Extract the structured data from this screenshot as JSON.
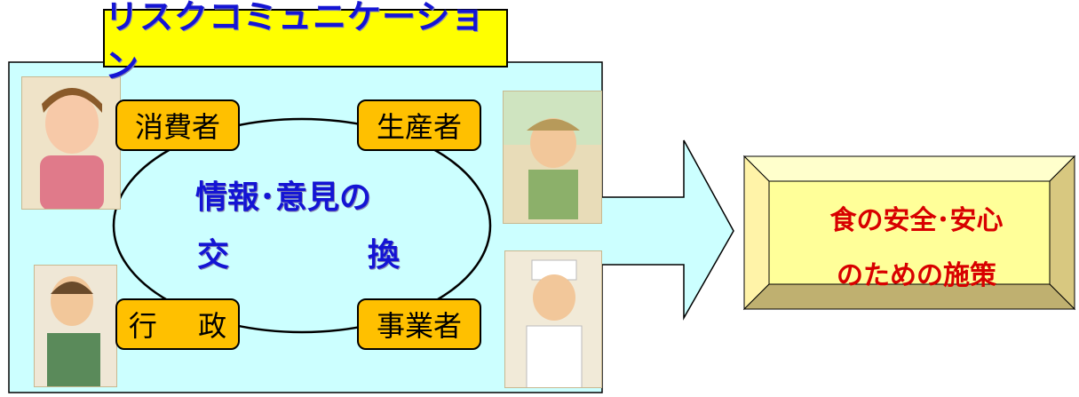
{
  "title": "リスクコミュニケーション",
  "center": {
    "line1": "情報･意見の",
    "line2_left": "交",
    "line2_right": "換"
  },
  "roles": {
    "consumer": "消費者",
    "producer": "生産者",
    "administration": "行 政",
    "business": "事業者"
  },
  "policy": {
    "line1": "食の安全･安心",
    "line2": "のための施策"
  },
  "colors": {
    "title_bg": "#ffff00",
    "title_text": "#1414d4",
    "panel_bg": "#ccffff",
    "role_bg": "#ffc000",
    "policy_bg": "#ffff99",
    "policy_text": "#d80000"
  }
}
